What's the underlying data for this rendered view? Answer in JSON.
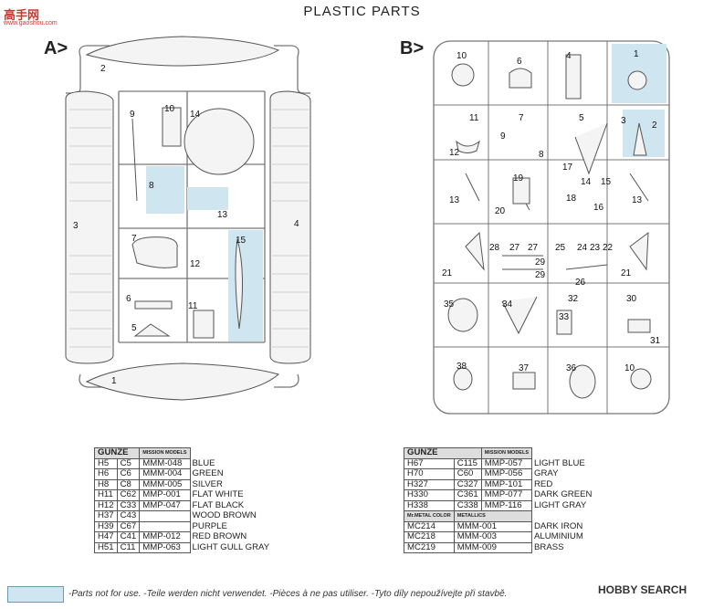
{
  "watermark": {
    "site": "高手网",
    "url": "www.gaoshou.com"
  },
  "page_title": "PLASTIC PARTS",
  "sprues": {
    "a": {
      "label": "A>",
      "parts": [
        "1",
        "2",
        "3",
        "4",
        "5",
        "6",
        "7",
        "8",
        "9",
        "10",
        "11",
        "12",
        "13",
        "14",
        "15"
      ]
    },
    "b": {
      "label": "B>",
      "parts": [
        "1",
        "2",
        "3",
        "4",
        "5",
        "6",
        "7",
        "8",
        "9",
        "10",
        "11",
        "12",
        "13",
        "14",
        "15",
        "16",
        "17",
        "18",
        "19",
        "20",
        "21",
        "22",
        "23",
        "24",
        "25",
        "26",
        "27",
        "28",
        "29",
        "30",
        "31",
        "32",
        "33",
        "34",
        "35",
        "36",
        "37",
        "38"
      ]
    }
  },
  "paint_left": {
    "headers": {
      "gunze": "GUNZE",
      "mission": "MISSION MODELS"
    },
    "rows": [
      {
        "h": "H5",
        "c": "C5",
        "m": "MMM-048",
        "name": "BLUE"
      },
      {
        "h": "H6",
        "c": "C6",
        "m": "MMM-004",
        "name": "GREEN"
      },
      {
        "h": "H8",
        "c": "C8",
        "m": "MMM-005",
        "name": "SILVER"
      },
      {
        "h": "H11",
        "c": "C62",
        "m": "MMP-001",
        "name": "FLAT WHITE"
      },
      {
        "h": "H12",
        "c": "C33",
        "m": "MMP-047",
        "name": "FLAT BLACK"
      },
      {
        "h": "H37",
        "c": "C43",
        "m": "",
        "name": "WOOD BROWN"
      },
      {
        "h": "H39",
        "c": "C67",
        "m": "",
        "name": "PURPLE"
      },
      {
        "h": "H47",
        "c": "C41",
        "m": "MMP-012",
        "name": "RED BROWN"
      },
      {
        "h": "H51",
        "c": "C11",
        "m": "MMP-063",
        "name": "LIGHT GULL GRAY"
      }
    ]
  },
  "paint_right": {
    "headers": {
      "gunze": "GUNZE",
      "mission": "MISSION MODELS"
    },
    "rows": [
      {
        "h": "H67",
        "c": "C115",
        "m": "MMP-057",
        "name": "LIGHT BLUE"
      },
      {
        "h": "H70",
        "c": "C60",
        "m": "MMP-056",
        "name": "GRAY"
      },
      {
        "h": "H327",
        "c": "C327",
        "m": "MMP-101",
        "name": "RED"
      },
      {
        "h": "H330",
        "c": "C361",
        "m": "MMP-077",
        "name": "DARK GREEN"
      },
      {
        "h": "H338",
        "c": "C338",
        "m": "MMP-116",
        "name": "LIGHT GRAY"
      }
    ],
    "metallic_headers": {
      "mrmetal": "Mr.METAL COLOR",
      "metallics": "METALLICS"
    },
    "metallic_rows": [
      {
        "code": "MC214",
        "m": "MMM-001",
        "name": "DARK IRON"
      },
      {
        "code": "MC218",
        "m": "MMM-003",
        "name": "ALUMINIUM"
      },
      {
        "code": "MC219",
        "m": "MMM-009",
        "name": "BRASS"
      }
    ]
  },
  "legend": {
    "text": "-Parts not for use. -Teile werden nicht verwendet. -Pièces à ne pas utiliser. -Tyto díly nepoužívejte při stavbě."
  },
  "brand": "HOBBY SEARCH",
  "colors": {
    "unused_part": "#cfe5ef",
    "sprue": "#888888"
  }
}
